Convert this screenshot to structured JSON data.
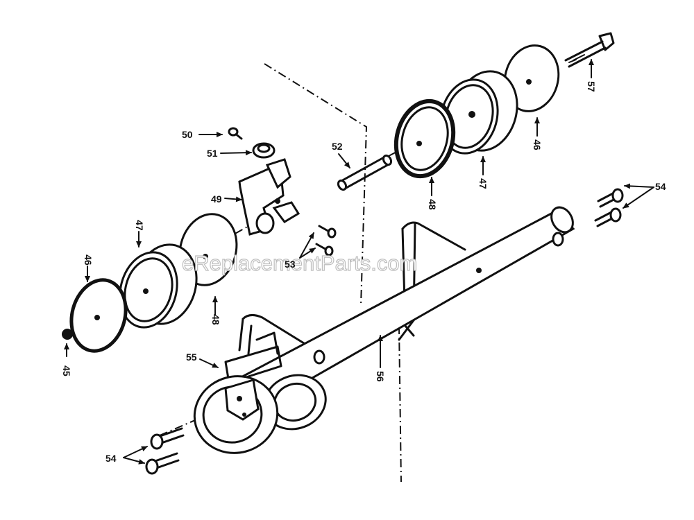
{
  "watermark": "eReplacementParts.com",
  "callouts": {
    "n45": "45",
    "n46_left": "46",
    "n47_left": "47",
    "n48_left": "48",
    "n49": "49",
    "n50": "50",
    "n51": "51",
    "n52": "52",
    "n53": "53",
    "n54_left": "54",
    "n54_right": "54",
    "n55": "55",
    "n56": "56",
    "n57": "57",
    "n48_right": "48",
    "n47_right": "47",
    "n46_right": "46"
  }
}
